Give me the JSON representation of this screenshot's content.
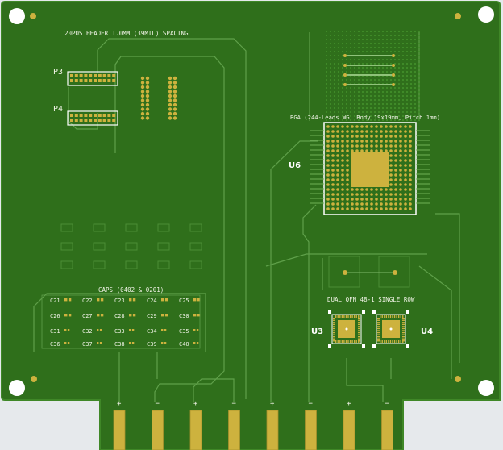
{
  "colors": {
    "board": "#2f6f1b",
    "board_edge": "#3f8727",
    "trace": "#5fa04a",
    "pad": "#cdb23e",
    "pad_dark": "#a8912c",
    "silk": "#f0f3e6",
    "hole": "#ffffff",
    "background": "#e6e9ec"
  },
  "board": {
    "header_title": "20POS HEADER 1.0MM (39MIL) SPACING",
    "bga_title": "BGA (244-Leads WG, Body 19x19mm, Pitch 1mm)",
    "caps_title": "CAPS (0402 & 0201)",
    "qfn_title": "DUAL QFN 48-1 SINGLE ROW"
  },
  "designators": {
    "p3": "P3",
    "p4": "P4",
    "u6": "U6",
    "u3": "U3",
    "u4": "U4"
  },
  "caps": {
    "rows": [
      [
        "C21",
        "C22",
        "C23",
        "C24",
        "C25"
      ],
      [
        "C26",
        "C27",
        "C28",
        "C29",
        "C30"
      ],
      [
        "C31",
        "C32",
        "C33",
        "C34",
        "C35"
      ],
      [
        "C36",
        "C37",
        "C38",
        "C39",
        "C40"
      ]
    ]
  },
  "edge_connector": {
    "fingers": [
      "+",
      "−",
      "+",
      "−",
      "+",
      "−",
      "+",
      "−"
    ]
  }
}
